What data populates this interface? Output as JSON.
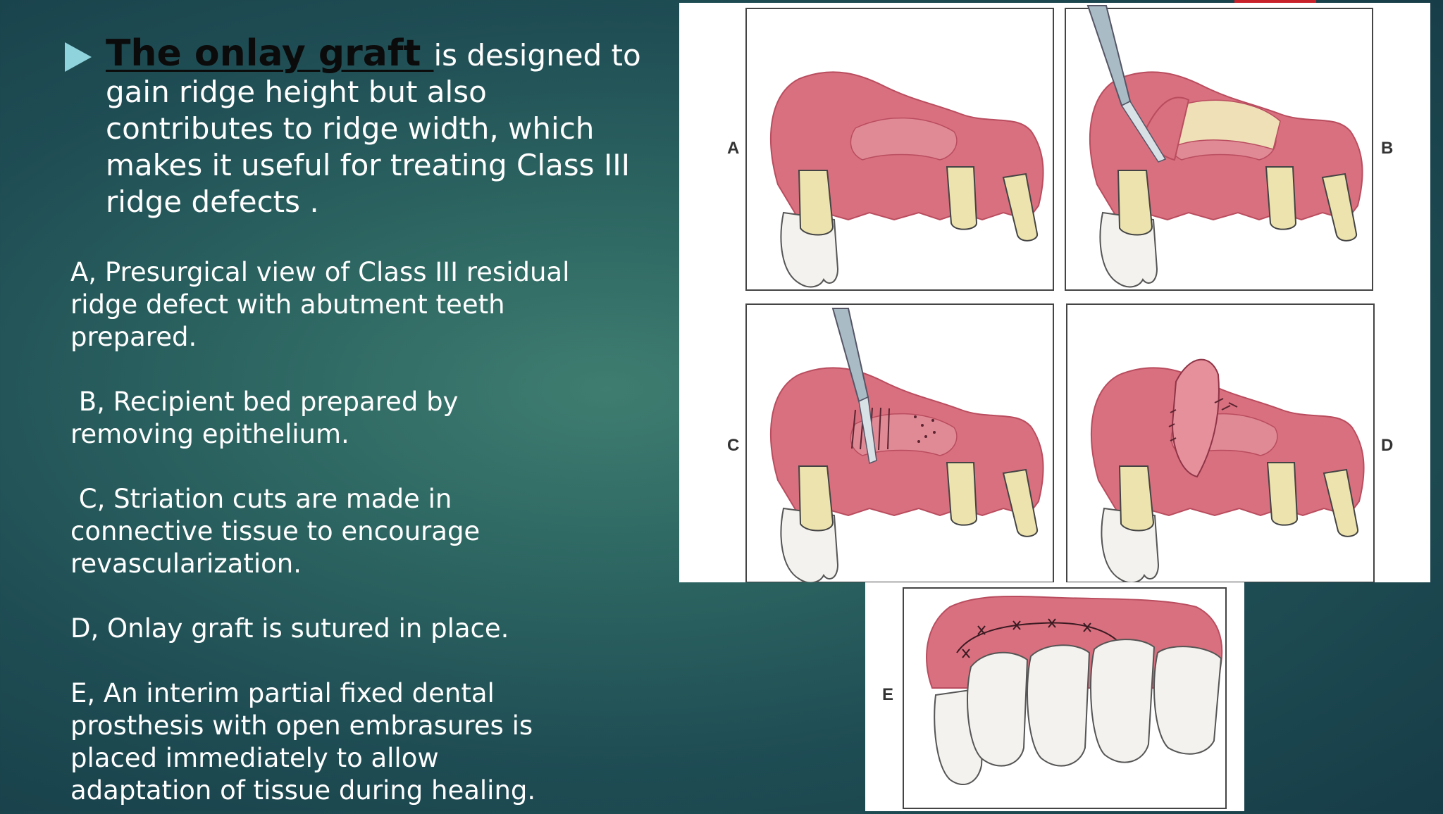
{
  "slide": {
    "bullet_lead": "The onlay graft ",
    "bullet_rest": "is designed to gain ridge height but also contributes to ridge width, which makes it useful for treating Class III ridge defects .",
    "captions": [
      "A, Presurgical view of Class III residual\nridge defect with abutment teeth\nprepared.",
      " B, Recipient bed prepared by\nremoving epithelium.",
      " C, Striation cuts are made in\nconnective tissue to encourage\nrevascularization.",
      "D, Onlay graft is sutured in place.",
      "E, An interim partial fixed dental\nprosthesis with open embrasures is\nplaced immediately to allow\nadaptation of tissue during healing."
    ]
  },
  "figure": {
    "labels": {
      "a": "A",
      "b": "B",
      "c": "C",
      "d": "D",
      "e": "E"
    }
  },
  "colors": {
    "gum": "#d9707f",
    "gum_dark": "#b94d5f",
    "abutment": "#ece3ae",
    "tooth": "#f4f2ee",
    "blade": "#a9bcc6",
    "accent_arrow": "#8fd3dc"
  }
}
